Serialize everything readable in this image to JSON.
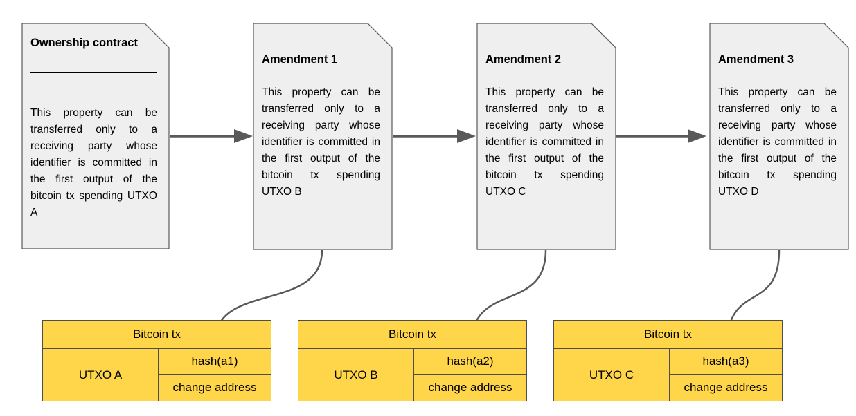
{
  "documents": [
    {
      "title": "Ownership contract",
      "text": "This property can be transferred only to a receiving party whose identifier is committed in the first output of the bitcoin tx spending UTXO A"
    },
    {
      "title": "Amendment 1",
      "text": "This property can be transferred only to a receiving party whose identifier is committed in the first output of the bitcoin tx spending UTXO B"
    },
    {
      "title": "Amendment 2",
      "text": "This property can be transferred only to a receiving party whose identifier is committed in the first output of the bitcoin tx spending UTXO C"
    },
    {
      "title": "Amendment 3",
      "text": "This property can be transferred only to a receiving party whose identifier is committed in the first output of the bitcoin tx spending UTXO D"
    }
  ],
  "transactions": [
    {
      "header": "Bitcoin tx",
      "utxo": "UTXO A",
      "hash": "hash(a1)",
      "change": "change address"
    },
    {
      "header": "Bitcoin tx",
      "utxo": "UTXO B",
      "hash": "hash(a2)",
      "change": "change address"
    },
    {
      "header": "Bitcoin tx",
      "utxo": "UTXO C",
      "hash": "hash(a3)",
      "change": "change address"
    }
  ],
  "colors": {
    "document_fill": "#efefef",
    "document_stroke": "#595959",
    "tx_fill": "#ffd54a",
    "arrow": "#595959"
  }
}
